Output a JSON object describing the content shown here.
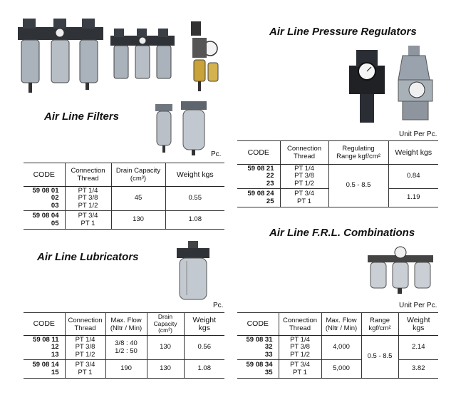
{
  "regulators": {
    "title": "Air Line Pressure Regulators",
    "unit_note": "Unit Per Pc.",
    "headers": [
      "CODE",
      "Connection\nThread",
      "Regulating\nRange kgf/cm²",
      "Weight kgs"
    ],
    "groups": [
      {
        "codes": [
          "59 08 21",
          "22",
          "23"
        ],
        "threads": [
          "PT 1/4",
          "PT 3/8",
          "PT 1/2"
        ],
        "range": "0.5 - 8.5",
        "weight": "0.84"
      },
      {
        "codes": [
          "59 08 24",
          "25"
        ],
        "threads": [
          "PT 3/4",
          "PT  1"
        ],
        "range": "",
        "weight": "1.19"
      }
    ]
  },
  "filters": {
    "title": "Air Line Filters",
    "unit_note": "Pc.",
    "headers": [
      "CODE",
      "Connection\nThread",
      "Drain Capacity\n(cm³)",
      "Weight kgs"
    ],
    "groups": [
      {
        "codes": [
          "59 08 01",
          "02",
          "03"
        ],
        "threads": [
          "PT 1/4",
          "PT 3/8",
          "PT 1/2"
        ],
        "capacity": "45",
        "weight": "0.55"
      },
      {
        "codes": [
          "59 08 04",
          "05"
        ],
        "threads": [
          "PT 3/4",
          "PT  1"
        ],
        "capacity": "130",
        "weight": "1.08"
      }
    ]
  },
  "lubricators": {
    "title": "Air Line Lubricators",
    "unit_note": "Pc.",
    "headers": [
      "CODE",
      "Connection\nThread",
      "Max. Flow\n(Nltr / Min)",
      "Drain\nCapacity\n(cm³)",
      "Weight\nkgs"
    ],
    "groups": [
      {
        "codes": [
          "59 08 11",
          "12",
          "13"
        ],
        "threads": [
          "PT 1/4",
          "PT 3/8",
          "PT 1/2"
        ],
        "flow": [
          "3/8 : 40",
          "1/2 : 50"
        ],
        "capacity": "130",
        "weight": "0.56"
      },
      {
        "codes": [
          "59 08 14",
          "15"
        ],
        "threads": [
          "PT 3/4",
          "PT  1"
        ],
        "flow": [
          "190"
        ],
        "capacity": "130",
        "weight": "1.08"
      }
    ]
  },
  "frl": {
    "title": "Air Line F.R.L. Combinations",
    "unit_note": "Unit Per Pc.",
    "headers": [
      "CODE",
      "Connection\nThread",
      "Max. Flow\n(Nltr / Min)",
      "Range\nkgf/cm²",
      "Weight\nkgs"
    ],
    "groups": [
      {
        "codes": [
          "59 08 31",
          "32",
          "33"
        ],
        "threads": [
          "PT 1/4",
          "PT 3/8",
          "PT 1/2"
        ],
        "flow": "4,000",
        "range": "0.5 - 8.5",
        "weight": "2.14"
      },
      {
        "codes": [
          "59 08 34",
          "35"
        ],
        "threads": [
          "PT 3/4",
          "PT  1"
        ],
        "flow": "5,000",
        "range": "",
        "weight": "3.82"
      }
    ]
  },
  "colors": {
    "text": "#111111",
    "rule": "#333333",
    "metal": "#9aa3ad",
    "dark": "#2a2d33"
  }
}
